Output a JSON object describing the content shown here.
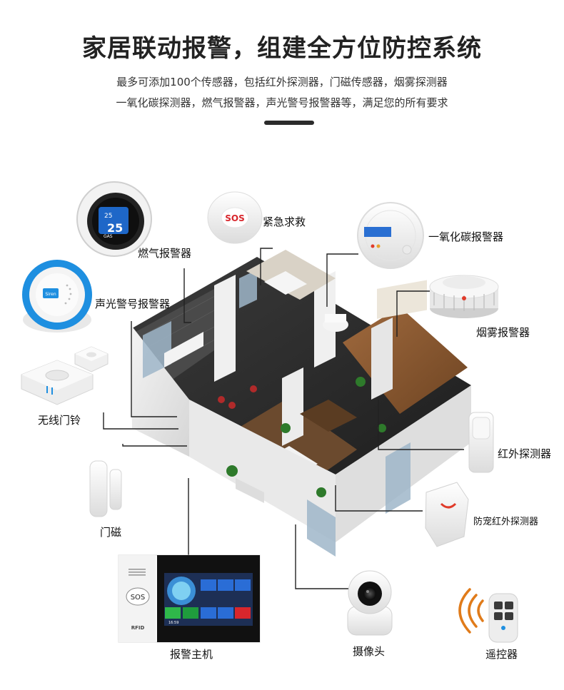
{
  "header": {
    "title": "家居联动报警，组建全方位防控系统",
    "subtitle_line1": "最多可添加100个传感器，包括红外探测器，门磁传感器，烟雾探测器",
    "subtitle_line2": "一氧化碳探测器，燃气报警器，声光警号报警器等，满足您的所有要求"
  },
  "devices": {
    "gas_alarm": "燃气报警器",
    "sos_button": "紧急求救",
    "co_alarm": "一氧化碳报警器",
    "siren": "声光警号报警器",
    "smoke_alarm": "烟雾报警器",
    "doorbell": "无线门铃",
    "pir_detector": "红外探测器",
    "door_contact": "门磁",
    "pet_pir": "防宠红外探测器",
    "host": "报警主机",
    "camera": "摄像头",
    "remote": "遥控器"
  },
  "device_text": {
    "sos": "SOS",
    "gas": "GAS",
    "gas_reading": "25",
    "siren_brand": "Siren",
    "rfid": "RFID",
    "host_time": "16:59"
  },
  "colors": {
    "accent_blue": "#1e8fe0",
    "sos_red": "#d8262c",
    "wave_orange": "#e07b1a",
    "line": "#222222"
  }
}
